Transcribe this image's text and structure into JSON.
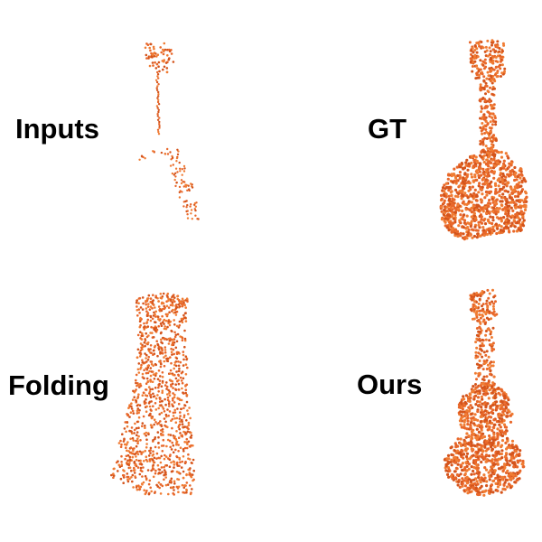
{
  "figure": {
    "panels": [
      {
        "id": "inputs",
        "label": "Inputs"
      },
      {
        "id": "gt",
        "label": "GT"
      },
      {
        "id": "folding",
        "label": "Folding"
      },
      {
        "id": "ours",
        "label": "Ours"
      }
    ]
  },
  "colors": {
    "point_primary": "#e8672a",
    "point_light": "#f07c33",
    "point_dark": "#d4541c",
    "label_text": "#000000"
  },
  "shape": "guitar-point-cloud"
}
